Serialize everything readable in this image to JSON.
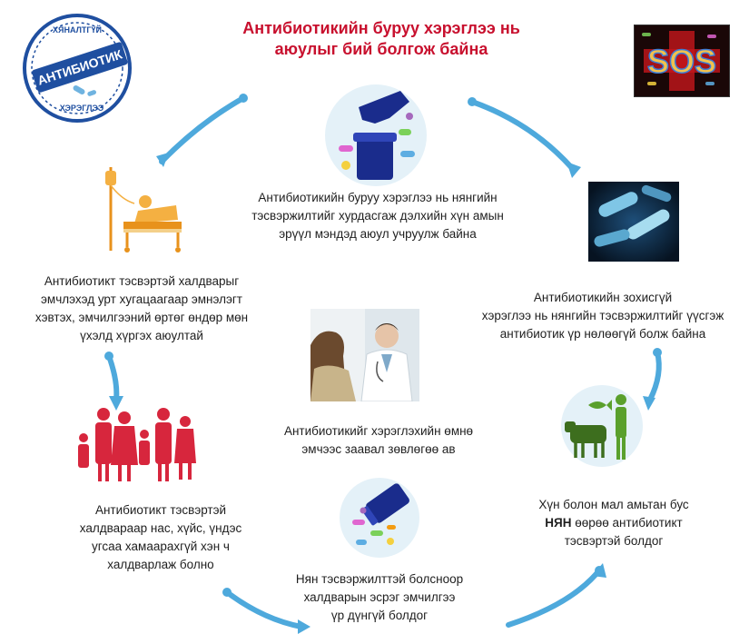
{
  "title": {
    "line1": "Антибиотикийн буруу  хэрэглээ нь",
    "line2": "аюулыг бий болгож байна"
  },
  "stamp": {
    "label": "АНТИБИОТИК",
    "arc_top": "ХЯНАЛТГҮЙ",
    "arc_bottom": "ХЭРЭГЛЭЭ"
  },
  "sos": {
    "text": "SOS"
  },
  "center_top": {
    "line1": "Антибиотикийн буруу хэрэглээ нь нянгийн",
    "line2": "тэсвэржилтийг хурдасгаж дэлхийн хүн амын",
    "line3": "эрүүл мэндэд   аюул учруулж  байна"
  },
  "left_top": {
    "line1": "Антибиотикт  тэсвэртэй халдварыг",
    "line2": "эмчлэхэд урт хугацаагаар эмнэлэгт",
    "line3": "хэвтэх, эмчилгээний  өртөг өндөр  мөн",
    "line4": "үхэлд хүргэх аюултай"
  },
  "right_top": {
    "line1": "Антибиотикийн      зохисгүй",
    "line2": "хэрэглээ нь нянгийн тэсвэржилтийг  үүсгэж",
    "line3": "антибиотик   үр нөлөөгүй болж байна"
  },
  "center_mid": {
    "line1": "Антибиотикийг хэрэглэхийн өмнө",
    "line2": "эмчээс заавал зөвлөгөө ав"
  },
  "left_bottom": {
    "line1": "Антибиотикт  тэсвэртэй",
    "line2": "халдвараар нас, хүйс,  үндэс",
    "line3": "угсаа хамаарахгүй  хэн ч",
    "line4": "халдварлаж болно"
  },
  "right_bottom": {
    "line1": "Хүн болон мал амьтан бус",
    "line2_bold": "НЯН",
    "line2_rest": " өөрөө антибиотикт",
    "line3": "тэсвэртэй болдог"
  },
  "center_bottom": {
    "line1": "Нян тэсвэржилттэй  болсноор",
    "line2": "халдварын эсрэг эмчилгээ",
    "line3": "үр дүнгүй болдог"
  },
  "colors": {
    "title": "#c8102e",
    "arc": "#4ea9dc",
    "stamp_blue": "#1f4fa0",
    "figure_red": "#d7263d",
    "figure_green": "#5aa02c",
    "icon_bg": "#e4f1f8"
  }
}
